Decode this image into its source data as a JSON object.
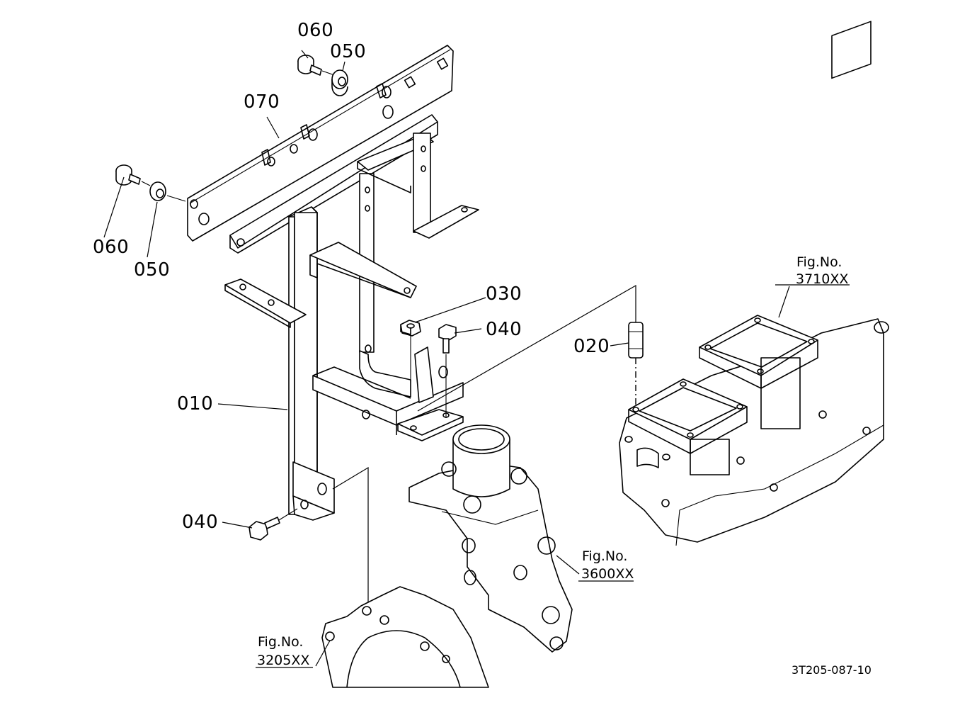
{
  "diagram": {
    "callouts": [
      {
        "id": "c060a",
        "text": "060"
      },
      {
        "id": "c050a",
        "text": "050"
      },
      {
        "id": "c070",
        "text": "070"
      },
      {
        "id": "c060b",
        "text": "060"
      },
      {
        "id": "c050b",
        "text": "050"
      },
      {
        "id": "c030",
        "text": "030"
      },
      {
        "id": "c040a",
        "text": "040"
      },
      {
        "id": "c020",
        "text": "020"
      },
      {
        "id": "c010",
        "text": "010"
      },
      {
        "id": "c040b",
        "text": "040"
      }
    ],
    "figure_refs": [
      {
        "id": "f3710",
        "label": "Fig.No.",
        "code": "3710XX"
      },
      {
        "id": "f3600",
        "label": "Fig.No.",
        "code": "3600XX"
      },
      {
        "id": "f3205",
        "label": "Fig.No.",
        "code": "3205XX"
      }
    ],
    "drawing_code": "3T205-087-10",
    "colors": {
      "ink": "#000000",
      "paper": "#ffffff"
    }
  }
}
